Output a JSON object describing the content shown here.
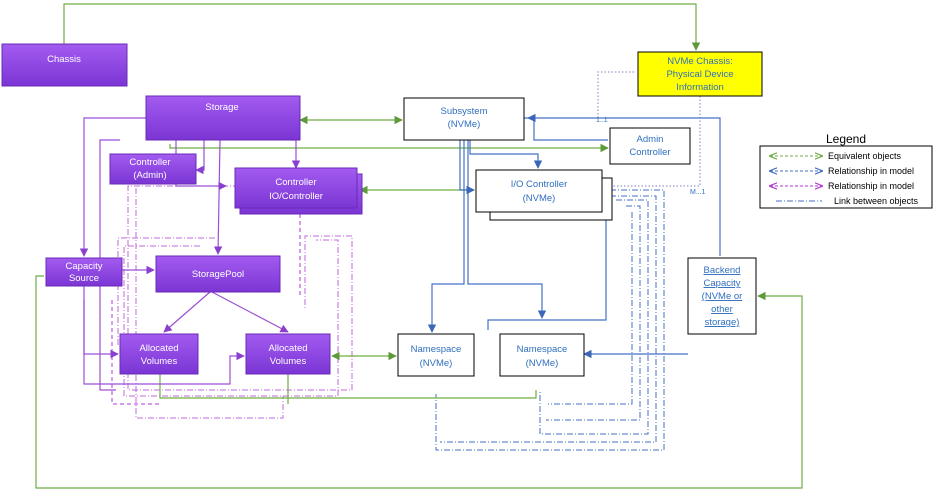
{
  "nodes": {
    "chassis": "Chassis",
    "storage": "Storage",
    "controller_admin": [
      "Controller",
      "(Admin)"
    ],
    "controller_io": [
      "Controller",
      "IO/Controller"
    ],
    "capacity_source": [
      "Capacity",
      "Source"
    ],
    "storage_pool": "StoragePool",
    "allocated_volumes_1": [
      "Allocated",
      "Volumes"
    ],
    "allocated_volumes_2": [
      "Allocated",
      "Volumes"
    ],
    "subsystem": [
      "Subsystem",
      "(NVMe)"
    ],
    "admin_controller": [
      "Admin",
      "Controller"
    ],
    "io_controller_nvme": [
      "I/O Controller",
      "(NVMe)"
    ],
    "namespace_1": [
      "Namespace",
      "(NVMe)"
    ],
    "namespace_2": [
      "Namespace",
      "(NVMe)"
    ],
    "nvme_chassis": [
      "NVMe Chassis:",
      "Physical Device",
      "Information"
    ],
    "backend_capacity": [
      "Backend",
      "Capacity",
      "(NVMe or",
      "other",
      "storage)"
    ]
  },
  "multiplicity": {
    "one_to_one": "1..1",
    "many_to_one": "M...1"
  },
  "legend": {
    "title": "Legend",
    "items": [
      "Equivalent objects",
      "Relationship in model",
      "Relationship in model",
      "Link between objects"
    ]
  },
  "colors": {
    "purple_fill": "#8b45e0",
    "purple_border": "#6a2ab5",
    "purple_line": "#9b4fd6",
    "green_line": "#70ad47",
    "blue_line": "#4472c4",
    "yellow_fill": "#ffff00"
  }
}
